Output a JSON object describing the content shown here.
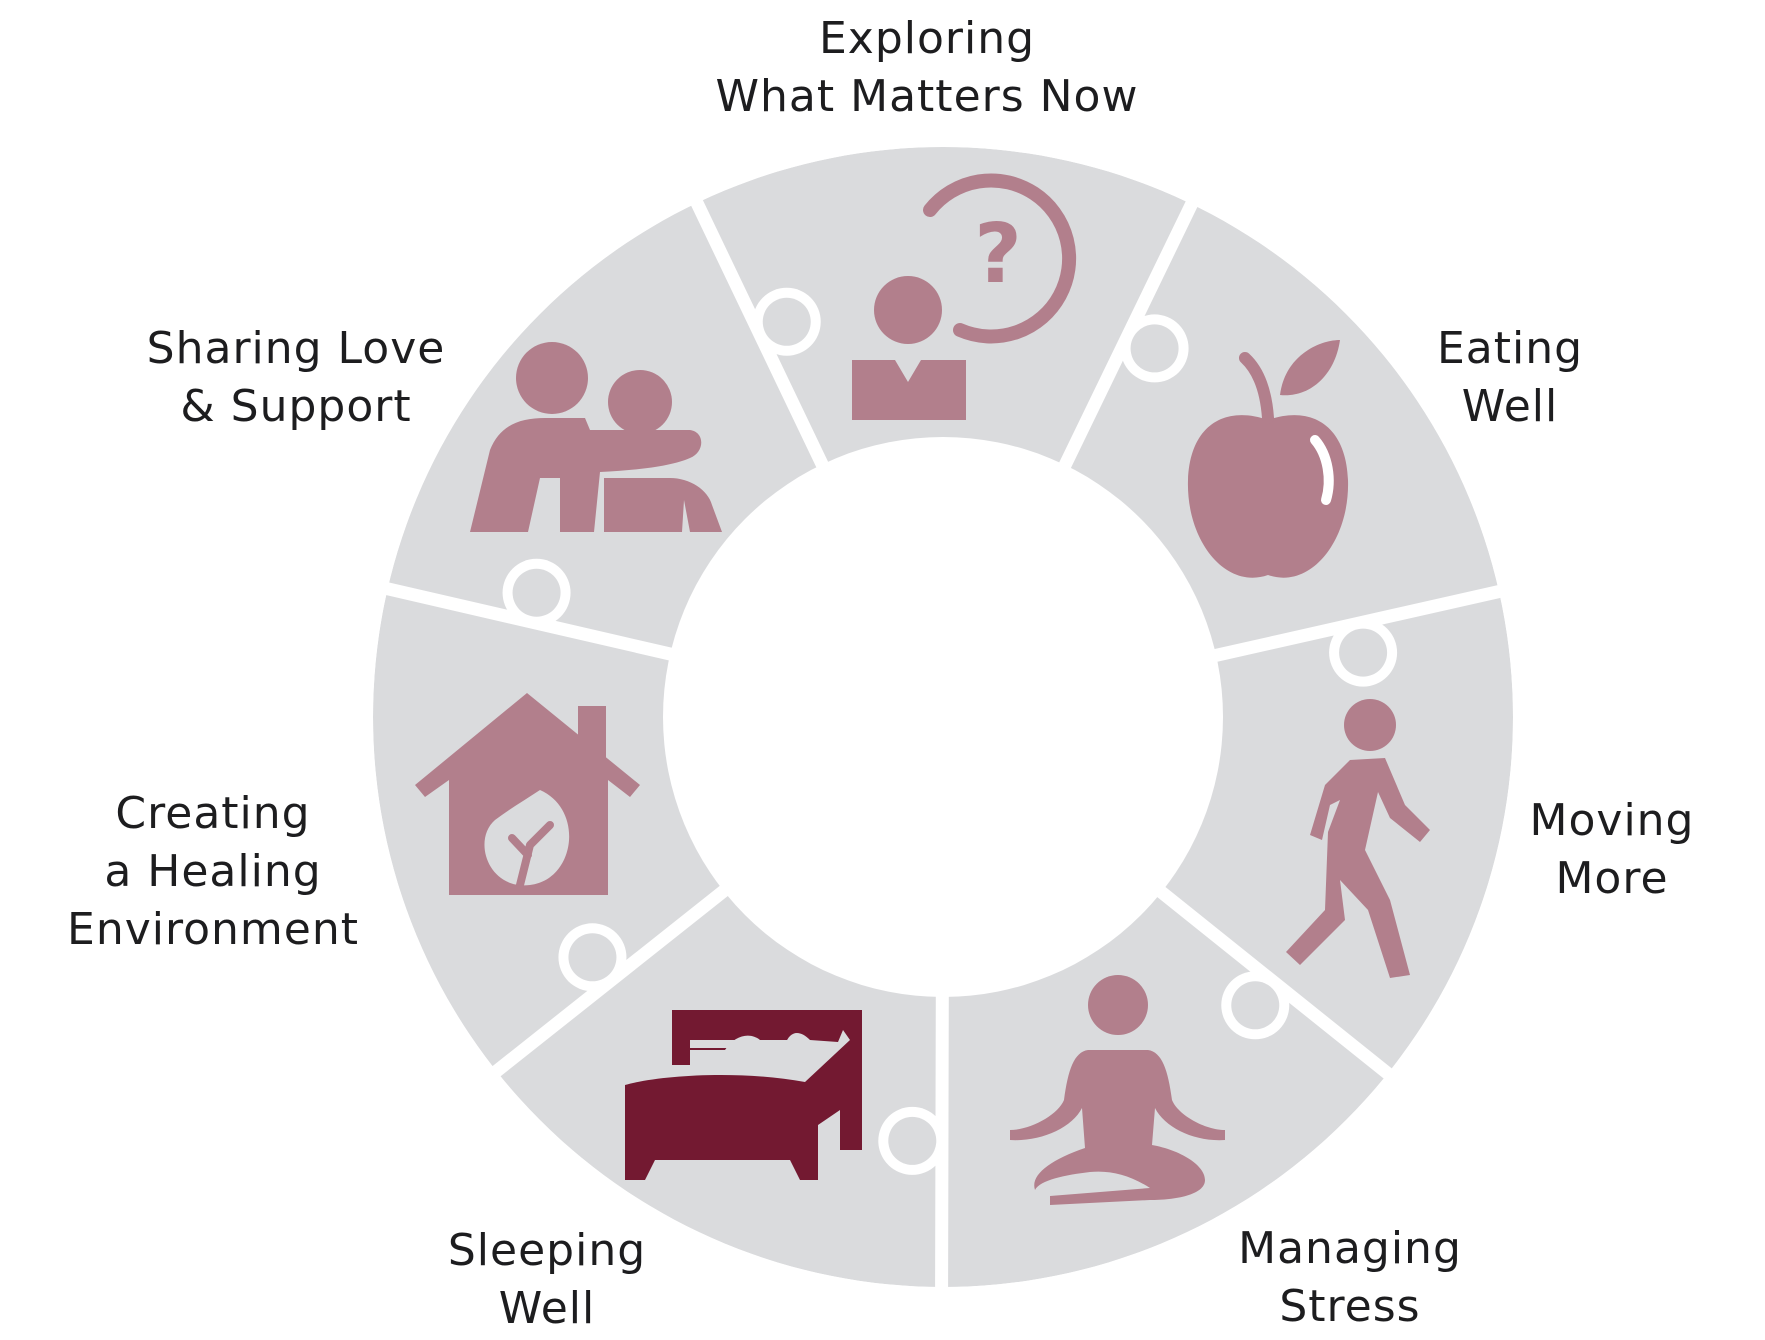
{
  "colors": {
    "segment": "#dadbdd",
    "icon": "#b27f8c",
    "icon_highlight": "#731931",
    "text": "#1d1d1f",
    "background": "#ffffff"
  },
  "segments": [
    {
      "id": "exploring",
      "icon": "person-question-icon",
      "lines": [
        "Exploring",
        "What Matters Now"
      ]
    },
    {
      "id": "eating",
      "icon": "apple-icon",
      "lines": [
        "Eating",
        "Well"
      ]
    },
    {
      "id": "moving",
      "icon": "walking-person-icon",
      "lines": [
        "Moving",
        "More"
      ]
    },
    {
      "id": "stress",
      "icon": "meditation-icon",
      "lines": [
        "Managing",
        "Stress"
      ]
    },
    {
      "id": "sleeping",
      "icon": "bed-icon",
      "lines": [
        "Sleeping",
        "Well"
      ]
    },
    {
      "id": "environment",
      "icon": "house-leaf-icon",
      "lines": [
        "Creating",
        "a Healing",
        "Environment"
      ]
    },
    {
      "id": "sharing",
      "icon": "embrace-icon",
      "lines": [
        "Sharing Love",
        "& Support"
      ]
    }
  ]
}
